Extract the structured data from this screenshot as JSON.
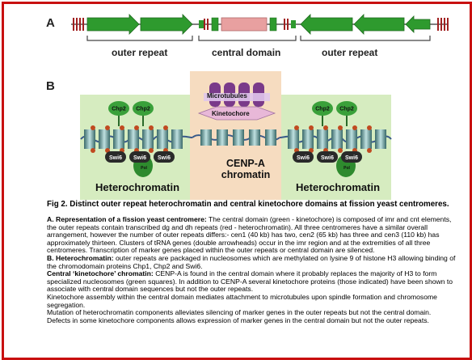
{
  "panel_a": {
    "letter": "A",
    "labels": {
      "left": "outer repeat",
      "center": "central domain",
      "right": "outer repeat"
    }
  },
  "panel_b": {
    "letter": "B",
    "microtubules": "Microtubules",
    "kinetochore": "Kinetochore",
    "heterochromatin_left": "Heterochromatin",
    "heterochromatin_right": "Heterochromatin",
    "cenpa_line1": "CENP-A",
    "cenpa_line2": "chromatin",
    "chp2": "Chp2",
    "swi6": "Swi6",
    "pol": "Pol"
  },
  "colors": {
    "frame": "#c81010",
    "green": "#2e8b2e",
    "pink": "#e8a0a0",
    "hetero_bg": "#d6ecc0",
    "central_bg": "#f6dcc0",
    "purple": "#7a3a8a"
  },
  "caption": "Fig 2.  Distinct outer repeat heterochromatin and central kinetochore domains at fission yeast centromeres.",
  "text": {
    "p1_head": "A. Representation of a fission yeast centromere:",
    "p1_body": " The central domain (green - kinetochore) is composed of imr and cnt elements, the outer repeats contain transcribed dg and dh repeats (red - heterochromatin).  All three centromeres have a similar overall arrangement, however the number of outer repeats differs:- cen1 (40 kb) has two, cen2 (65 kb) has three and cen3 (110 kb) has approximately thirteen.  Clusters of tRNA genes (double arrowheads) occur in the imr region and at the extremities of all three centromeres.  Transcription of marker genes placed within the outer repeats or central domain are silenced.",
    "p2_head": "B. Heterochromatin:",
    "p2_body": " outer repeats are packaged in nucleosomes which are methylated on lysine 9 of histone H3 allowing binding of the chromodomain proteins Chp1, Chp2 and Swi6.",
    "p3_head": "Central ‘kinetochore’ chromatin:",
    "p3_body": "  CENP-A is found in the central domain where it probably replaces the majority of H3 to form specialized nucleosomes (green squares).  In addition to CENP-A several kinetochore proteins (those indicated) have been shown to associate with central domain sequences but not the outer repeats.",
    "p4": "Kinetochore assembly within the central domain mediates attachment to microtubules upon spindle formation and chromosome segregation.",
    "p5": "Mutation of heterochromatin components alleviates silencing of marker genes in the outer repeats but not the central domain.  Defects in some kinetochore components allows expression of marker genes in the central domain but not the outer repeats."
  }
}
